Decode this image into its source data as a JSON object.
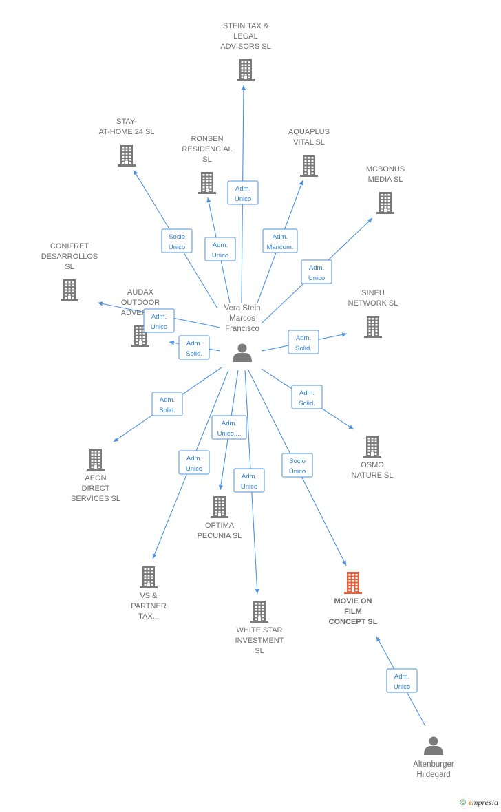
{
  "colors": {
    "company": "#7a7a7a",
    "company_highlight": "#e8603c",
    "person": "#7a7a7a",
    "edge": "#4a90e2",
    "label": "#6b6b6b",
    "edge_text": "#2a7fd4"
  },
  "people": [
    {
      "id": "vera",
      "name_lines": [
        "Vera Stein",
        "Marcos",
        "Francisco"
      ]
    },
    {
      "id": "alt",
      "name_lines": [
        "Altenburger",
        "Hildegard"
      ]
    }
  ],
  "companies": [
    {
      "id": "stein",
      "name_lines": [
        "STEIN TAX &",
        "LEGAL",
        "ADVISORS  SL"
      ],
      "highlight": false
    },
    {
      "id": "stay",
      "name_lines": [
        "STAY-",
        "AT-HOME 24 SL"
      ],
      "highlight": false
    },
    {
      "id": "ronsen",
      "name_lines": [
        "RONSEN",
        "RESIDENCIAL",
        "SL"
      ],
      "highlight": false
    },
    {
      "id": "aquaplus",
      "name_lines": [
        "AQUAPLUS",
        "VITAL  SL"
      ],
      "highlight": false
    },
    {
      "id": "mcbonus",
      "name_lines": [
        "MCBONUS",
        "MEDIA SL"
      ],
      "highlight": false
    },
    {
      "id": "conifret",
      "name_lines": [
        "CONIFRET",
        "DESARROLLOS",
        "SL"
      ],
      "highlight": false
    },
    {
      "id": "audax",
      "name_lines": [
        "AUDAX",
        "OUTDOOR",
        "ADVERTI..."
      ],
      "highlight": false
    },
    {
      "id": "sineu",
      "name_lines": [
        "SINEU",
        "NETWORK SL"
      ],
      "highlight": false
    },
    {
      "id": "aeon",
      "name_lines": [
        "AEON",
        "DIRECT",
        "SERVICES  SL"
      ],
      "highlight": false
    },
    {
      "id": "osmo",
      "name_lines": [
        "OSMO",
        "NATURE  SL"
      ],
      "highlight": false
    },
    {
      "id": "optima",
      "name_lines": [
        "OPTIMA",
        "PECUNIA  SL"
      ],
      "highlight": false
    },
    {
      "id": "vs",
      "name_lines": [
        "VS &",
        "PARTNER",
        "TAX..."
      ],
      "highlight": false
    },
    {
      "id": "whitestar",
      "name_lines": [
        "WHITE STAR",
        "INVESTMENT",
        "SL"
      ],
      "highlight": false
    },
    {
      "id": "movie",
      "name_lines": [
        "MOVIE ON",
        "FILM",
        "CONCEPT  SL"
      ],
      "highlight": true
    }
  ],
  "edges": [
    {
      "from": "vera",
      "to": "stein",
      "label_lines": [
        "Adm.",
        "Unico"
      ]
    },
    {
      "from": "vera",
      "to": "stay",
      "label_lines": [
        "Socio",
        "Único"
      ]
    },
    {
      "from": "vera",
      "to": "ronsen",
      "label_lines": [
        "Adm.",
        "Unico"
      ]
    },
    {
      "from": "vera",
      "to": "aquaplus",
      "label_lines": [
        "Adm.",
        "Mancom."
      ]
    },
    {
      "from": "vera",
      "to": "mcbonus",
      "label_lines": [
        "Adm.",
        "Unico"
      ]
    },
    {
      "from": "vera",
      "to": "conifret",
      "label_lines": [
        "Adm.",
        "Unico"
      ]
    },
    {
      "from": "vera",
      "to": "audax",
      "label_lines": [
        "Adm.",
        "Solid."
      ]
    },
    {
      "from": "vera",
      "to": "sineu",
      "label_lines": [
        "Adm.",
        "Solid."
      ]
    },
    {
      "from": "vera",
      "to": "aeon",
      "label_lines": [
        "Adm.",
        "Solid."
      ]
    },
    {
      "from": "vera",
      "to": "osmo",
      "label_lines": [
        "Adm.",
        "Solid."
      ]
    },
    {
      "from": "vera",
      "to": "optima",
      "label_lines": [
        "Adm.",
        "Unico,..."
      ]
    },
    {
      "from": "vera",
      "to": "vs",
      "label_lines": [
        "Adm.",
        "Unico"
      ]
    },
    {
      "from": "vera",
      "to": "whitestar",
      "label_lines": [
        "Adm.",
        "Unico"
      ]
    },
    {
      "from": "vera",
      "to": "movie",
      "label_lines": [
        "Socio",
        "Único"
      ]
    },
    {
      "from": "alt",
      "to": "movie",
      "label_lines": [
        "Adm.",
        "Unico"
      ]
    }
  ],
  "footer": {
    "copyright": "©",
    "brand_initial": "e",
    "brand_rest": "mpresia"
  }
}
